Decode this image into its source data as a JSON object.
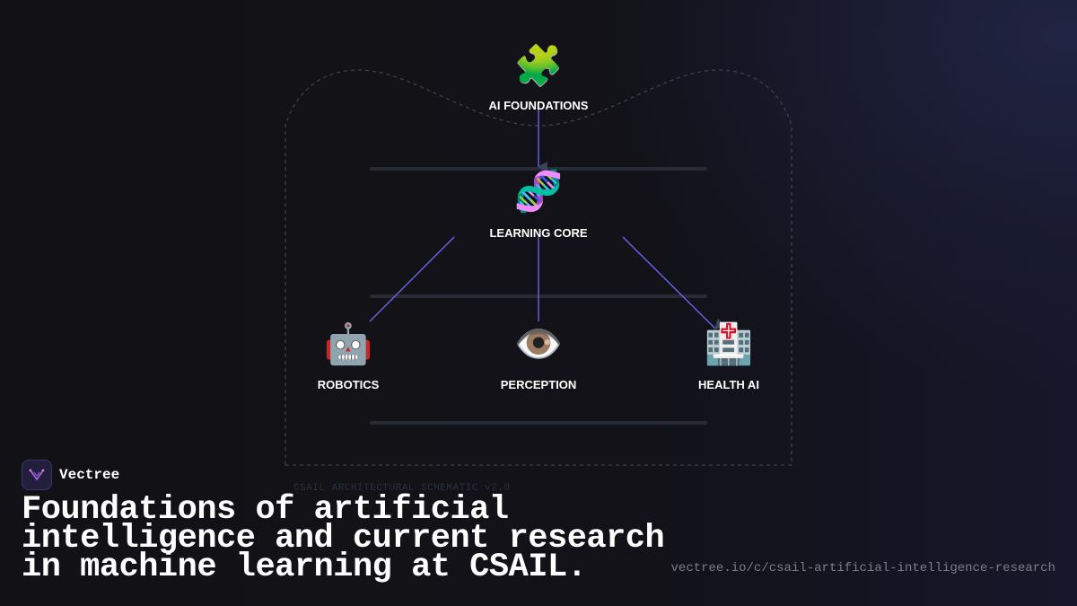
{
  "brand": {
    "name": "Vectree",
    "logo_icon": "vectree-logo-icon"
  },
  "headline": "Foundations of artificial intelligence and current research in machine learning at CSAIL.",
  "url": "vectree.io/c/csail-artificial-intelligence-research",
  "diagram": {
    "caption": "CSAIL ARCHITECTURAL SCHEMATIC v2.0",
    "nodes": [
      {
        "id": "ai-foundations",
        "label": "AI FOUNDATIONS",
        "icon": "🧩",
        "icon_name": "puzzle-piece-icon"
      },
      {
        "id": "learning-core",
        "label": "LEARNING CORE",
        "icon": "🧬",
        "icon_name": "dna-icon"
      },
      {
        "id": "robotics",
        "label": "ROBOTICS",
        "icon": "🤖",
        "icon_name": "robot-icon"
      },
      {
        "id": "perception",
        "label": "PERCEPTION",
        "icon": "👁️",
        "icon_name": "eye-icon"
      },
      {
        "id": "health-ai",
        "label": "HEALTH AI",
        "icon": "🏥",
        "icon_name": "hospital-icon"
      }
    ],
    "edges": [
      {
        "from": "ai-foundations",
        "to": "learning-core",
        "arrow": true
      },
      {
        "from": "learning-core",
        "to": "robotics",
        "arrow": false
      },
      {
        "from": "learning-core",
        "to": "perception",
        "arrow": false
      },
      {
        "from": "learning-core",
        "to": "health-ai",
        "arrow": true
      }
    ],
    "colors": {
      "edge": "#6b63e8",
      "arrowhead": "#3d4356",
      "frame": "#3a4252",
      "tier_bar": "#262b36"
    }
  }
}
